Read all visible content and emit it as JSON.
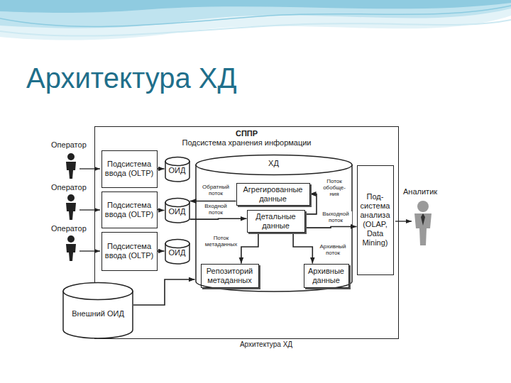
{
  "diagram": {
    "title": "Архитектура ХД",
    "caption": "Архитектура ХД",
    "nodes": [
      {
        "text": [
          "СППР",
          "Подсистема хранения информации"
        ]
      },
      {
        "text": [
          "Подсистема ввода (OLTP)"
        ],
        "in": 0
      },
      {
        "text": [
          "ОИД"
        ],
        "in": 0
      },
      {
        "text": [
          "Подсистема ввода (OLTP)"
        ],
        "in": 0
      },
      {
        "text": [
          "ОИД"
        ],
        "in": 0
      },
      {
        "text": [
          "Подсистема ввода (OLTP)"
        ],
        "in": 0
      },
      {
        "text": [
          "ОИД"
        ],
        "in": 0
      },
      {
        "text": [
          "ХД"
        ],
        "in": 0
      },
      {
        "text": [
          "Агрегированные данные"
        ],
        "in": 7
      },
      {
        "text": [
          "Детальные данные"
        ],
        "in": 7
      },
      {
        "text": [
          "Репозиторий метаданных"
        ],
        "in": 7
      },
      {
        "text": [
          "Архивные данные"
        ],
        "in": 7
      },
      {
        "text": [
          "Под-система анализа (OLAP, Data Mining)"
        ],
        "in": 0
      },
      {
        "text": [
          "Внешний ОИД"
        ]
      }
    ],
    "edges": [
      {
        "from": 1,
        "to": 2,
        "arrow": "to"
      },
      {
        "from": 3,
        "to": 4,
        "arrow": "to"
      },
      {
        "from": 5,
        "to": 6,
        "arrow": "to"
      },
      {
        "from": 8,
        "to": 4,
        "label": "Обратный поток",
        "arrow": "to"
      },
      {
        "from": 4,
        "to": 9,
        "label": "Входной поток",
        "arrow": "to"
      },
      {
        "from": 9,
        "to": 8,
        "label": "Поток обобще-ния",
        "arrow": "to"
      },
      {
        "from": 9,
        "to": 12,
        "label": "Выходной поток",
        "arrow": "to"
      },
      {
        "from": 9,
        "to": 10,
        "label": "Поток метаданных",
        "arrow": "to"
      },
      {
        "from": 9,
        "to": 11,
        "label": "Архивный поток",
        "arrow": "to"
      },
      {
        "from": 13,
        "to": 7,
        "arrow": "to"
      }
    ],
    "labels": [
      "Оператор",
      "Оператор",
      "Оператор",
      "Аналитик"
    ]
  }
}
